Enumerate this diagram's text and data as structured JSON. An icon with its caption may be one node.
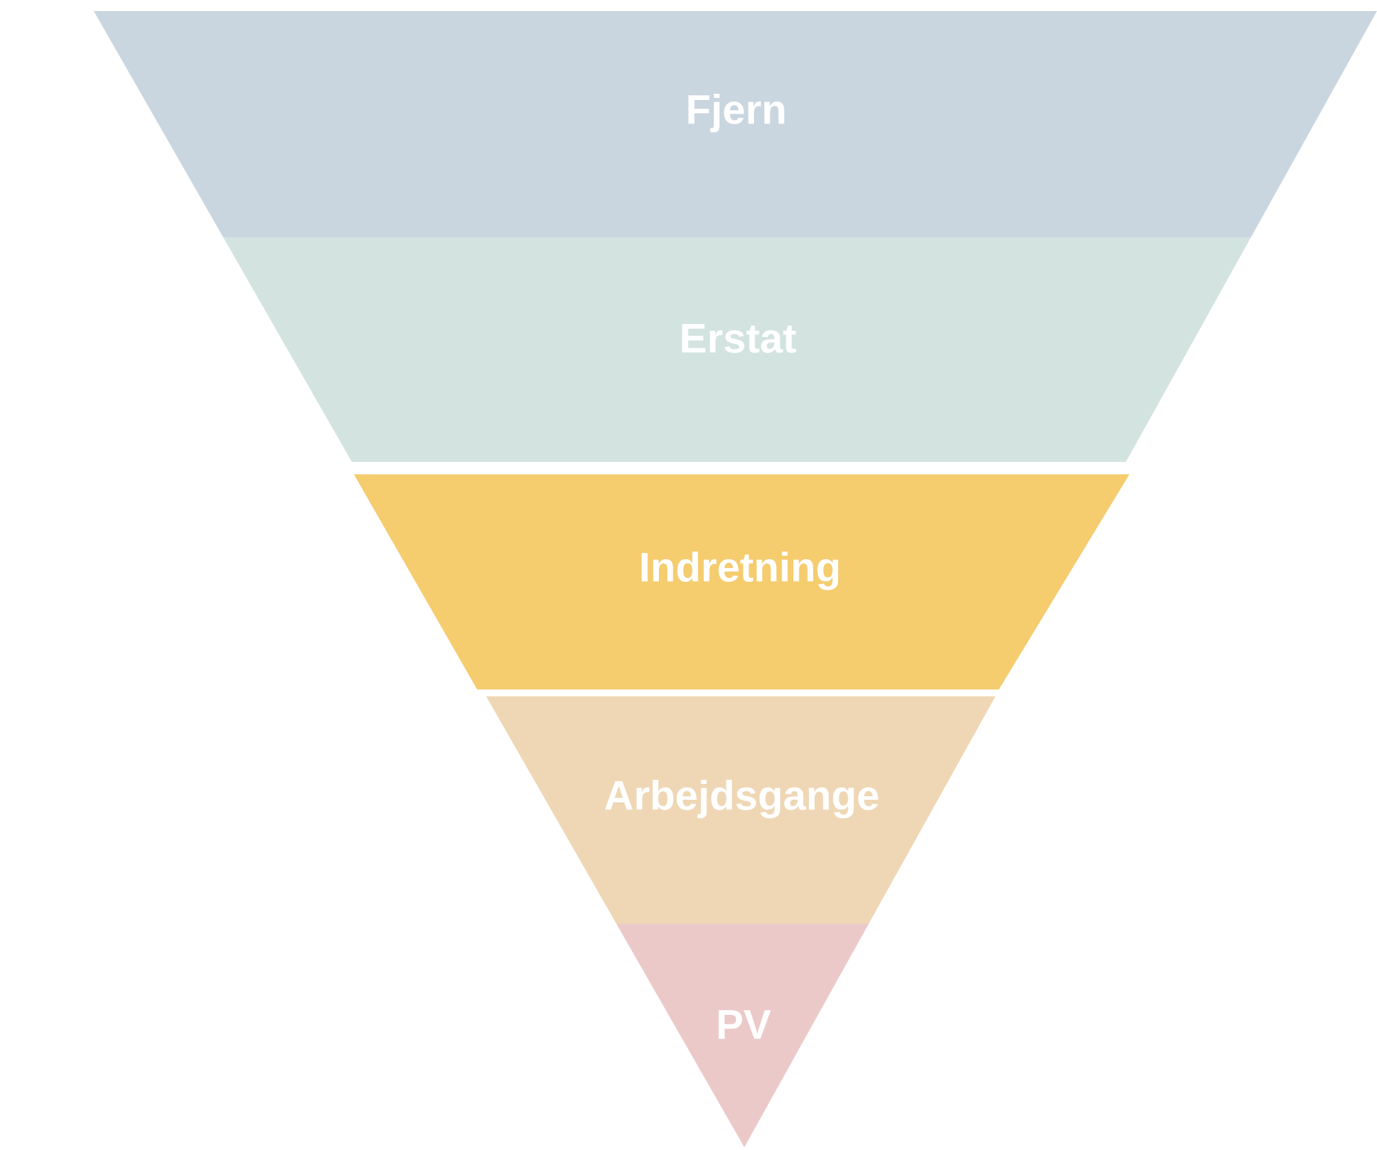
{
  "diagram": {
    "nodes": [
      {
        "text": [
          "Fjern"
        ]
      },
      {
        "text": [
          "Erstat"
        ]
      },
      {
        "text": [
          "Indretning"
        ]
      },
      {
        "text": [
          "Arbejdsgange"
        ]
      },
      {
        "text": [
          "PV"
        ]
      }
    ]
  }
}
